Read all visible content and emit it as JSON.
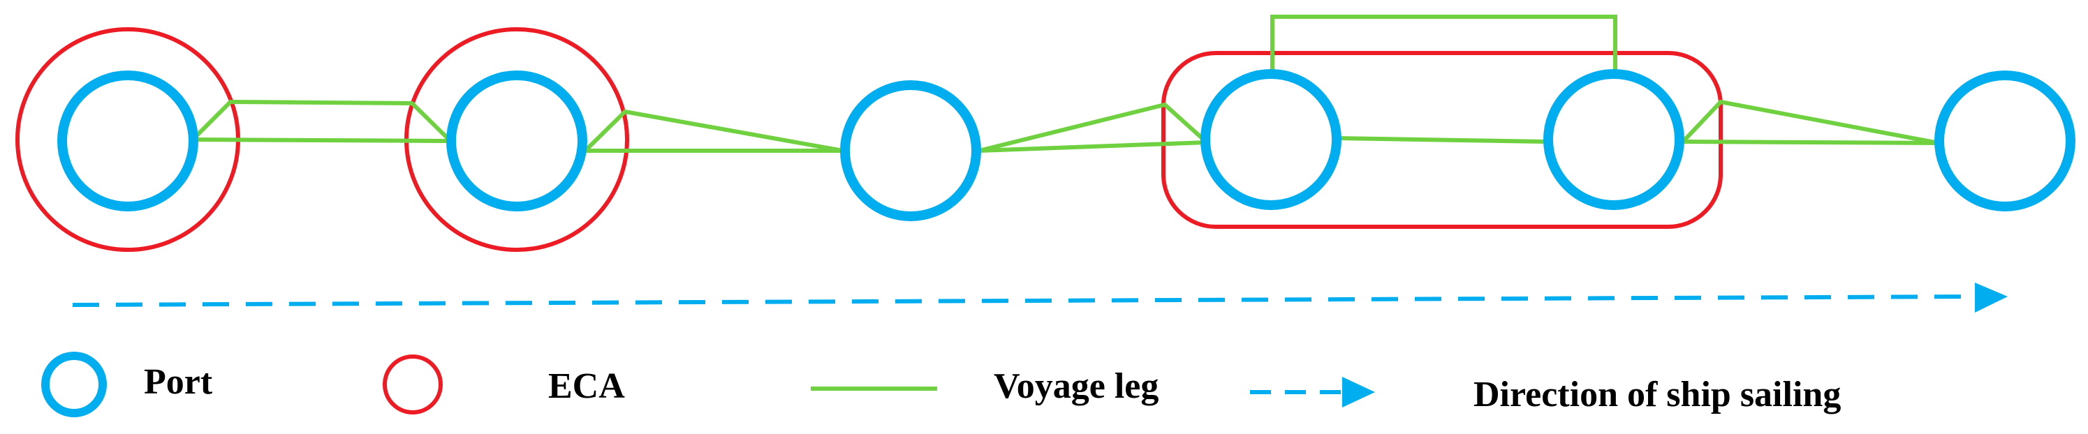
{
  "colors": {
    "port": "#00aeef",
    "eca": "#ed1c24",
    "voyage_leg": "#6fd13f",
    "direction": "#00aeef",
    "text": "#000000"
  },
  "legend": {
    "port_label": "Port",
    "eca_label": "ECA",
    "voyage_leg_label": "Voyage leg",
    "direction_label": "Direction of ship sailing"
  }
}
